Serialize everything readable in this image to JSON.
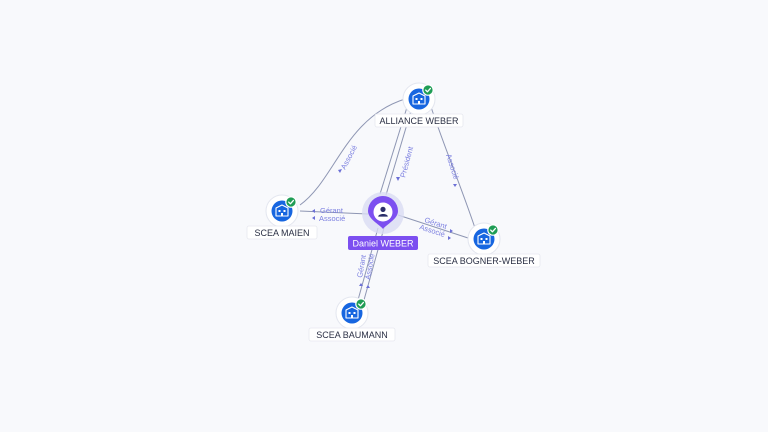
{
  "nodes": {
    "alliance_weber": {
      "label": "ALLIANCE WEBER",
      "kind": "company",
      "verified": true,
      "icon": "building-icon"
    },
    "scea_maien": {
      "label": "SCEA MAIEN",
      "kind": "company",
      "verified": true,
      "icon": "building-icon"
    },
    "scea_bogner_weber": {
      "label": "SCEA BOGNER-WEBER",
      "kind": "company",
      "verified": true,
      "icon": "building-icon"
    },
    "scea_baumann": {
      "label": "SCEA BAUMANN",
      "kind": "company",
      "verified": true,
      "icon": "building-icon"
    },
    "daniel_weber": {
      "label": "Daniel WEBER",
      "kind": "person",
      "icon": "person-icon"
    }
  },
  "edges": {
    "daniel_alliance": {
      "label": "Président"
    },
    "daniel_maien_1": {
      "label": "Gérant"
    },
    "daniel_maien_2": {
      "label": "Associé"
    },
    "daniel_bogner_1": {
      "label": "Gérant"
    },
    "daniel_bogner_2": {
      "label": "Associé"
    },
    "daniel_baumann_1": {
      "label": "Gérant"
    },
    "daniel_baumann_2": {
      "label": "Associé"
    },
    "maien_alliance": {
      "label": "Associé"
    },
    "bogner_alliance": {
      "label": "Associé"
    }
  },
  "colors": {
    "company_node": "#1766e0",
    "verified_badge": "#1f9d55",
    "person_node": "#7c4ff0",
    "edge_label": "#7b7fe0",
    "edge_line": "#8e96b3"
  }
}
